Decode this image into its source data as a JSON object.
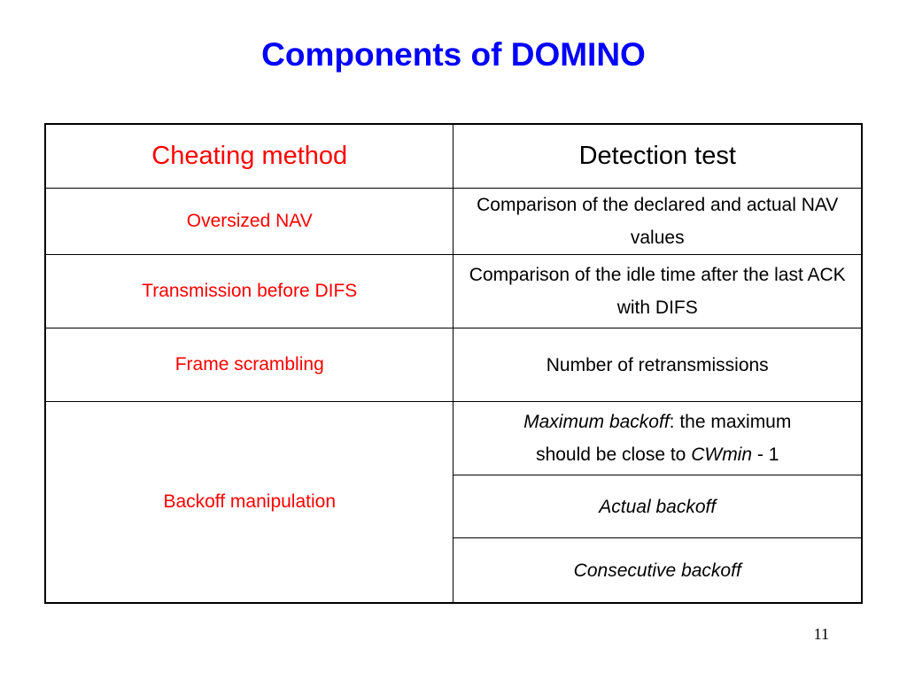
{
  "title": "Components of DOMINO",
  "colors": {
    "title": "#0000ff",
    "method": "#ff0000",
    "text": "#000000"
  },
  "table": {
    "headers": {
      "method": "Cheating method",
      "test": "Detection test"
    },
    "rows": [
      {
        "method": "Oversized NAV",
        "test": "Comparison of the declared and actual NAV values"
      },
      {
        "method": "Transmission before DIFS",
        "test": "Comparison of the idle time after the last ACK with DIFS"
      },
      {
        "method": "Frame scrambling",
        "test": "Number of retransmissions"
      },
      {
        "method": "Backoff manipulation",
        "tests": {
          "max_italic": "Maximum backoff",
          "max_rest1": ": the maximum",
          "max_rest2": "should be close to ",
          "cwmin_italic": "CWmin",
          "max_rest3": " - 1",
          "actual": "Actual backoff",
          "consecutive": "Consecutive backoff"
        }
      }
    ]
  },
  "page_number": "11"
}
